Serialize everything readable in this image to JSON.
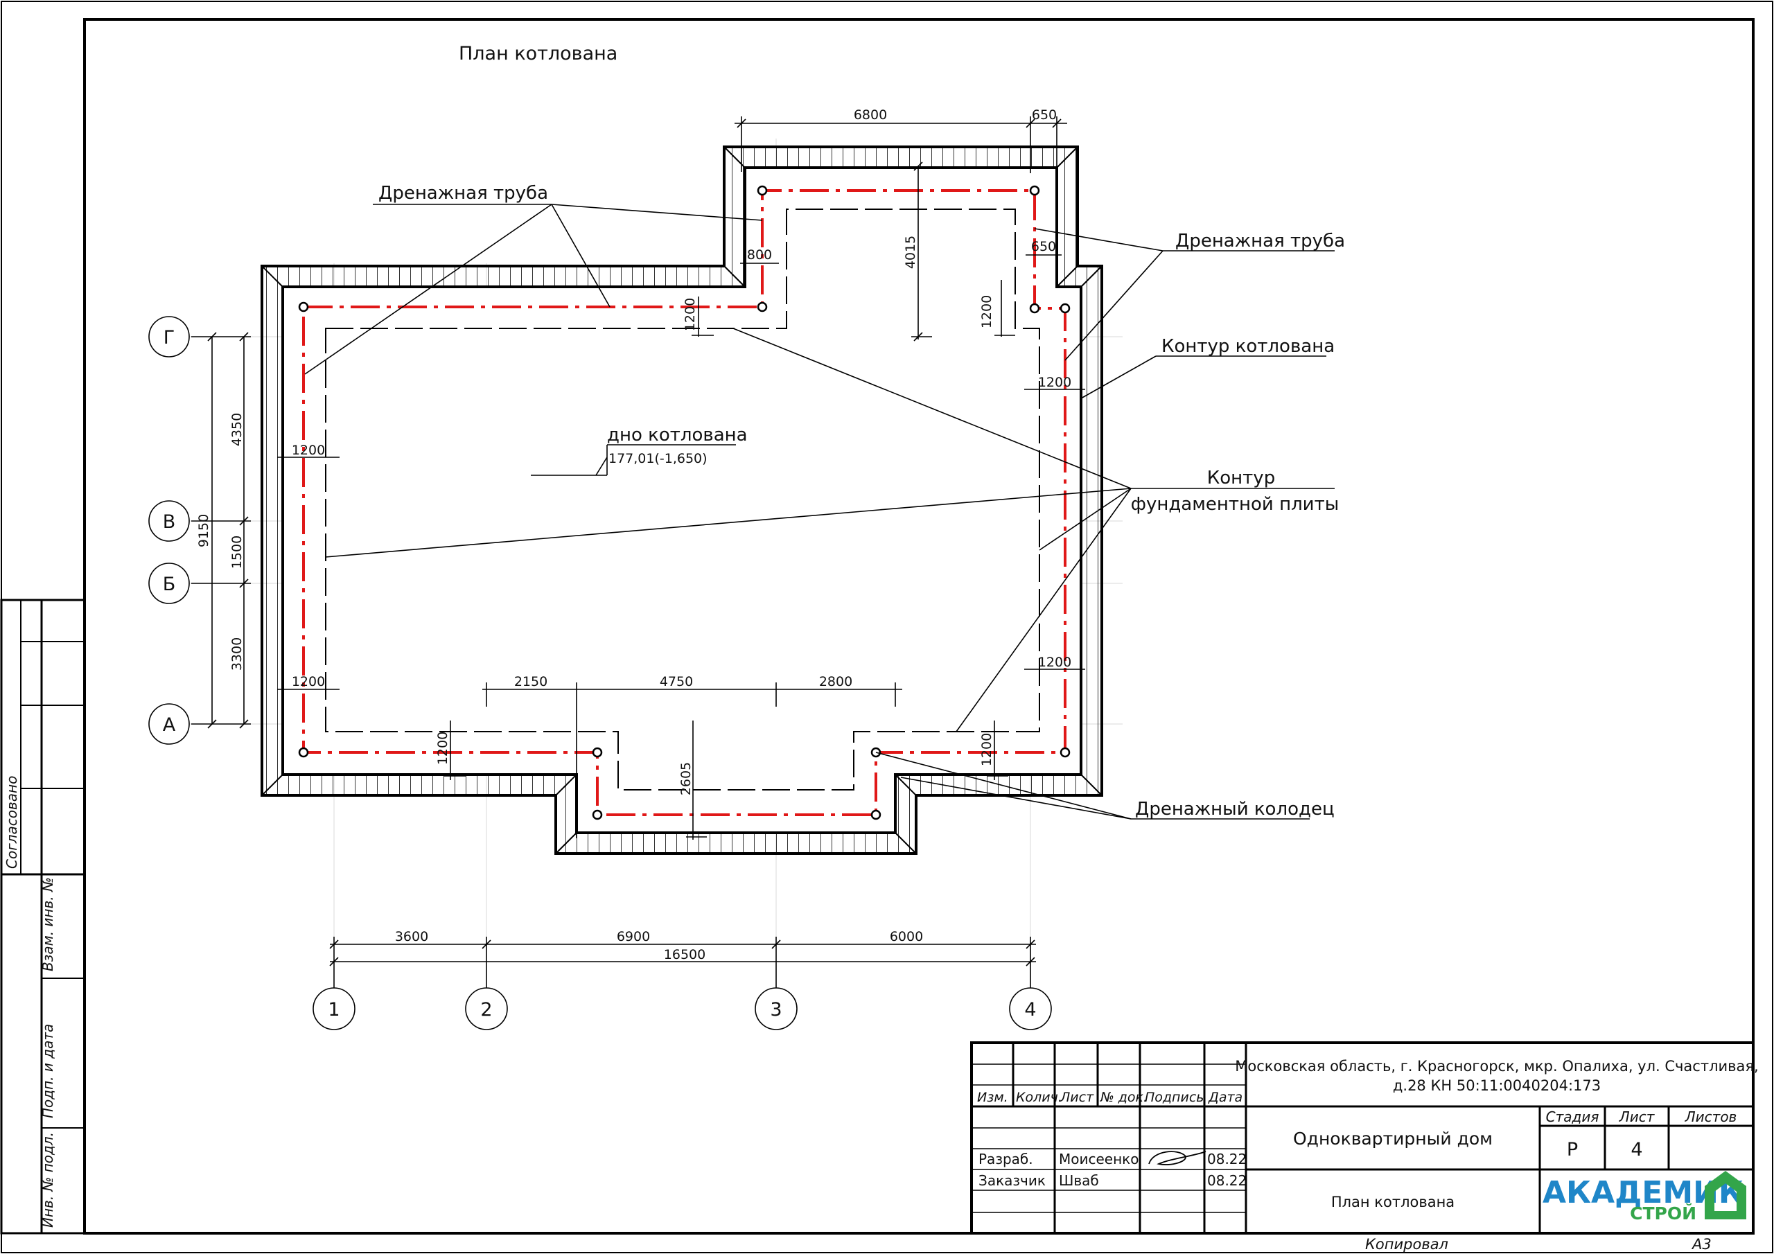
{
  "sheet_title": "План котлована",
  "labels": {
    "drain_pipe_left": "Дренажная труба",
    "drain_pipe_right": "Дренажная труба",
    "pit_contour": "Контур котлована",
    "slab_contour_line1": "Контур",
    "slab_contour_line2": "фундаментной плиты",
    "drain_well": "Дренажный колодец",
    "pit_bottom": "дно котлована",
    "pit_bottom_elevation": "177,01(-1,650)"
  },
  "dims": {
    "top_6800": "6800",
    "top_650a": "650",
    "top_650b": "650",
    "v_4015": "4015",
    "d_800": "800",
    "v_1200_tl": "1200",
    "v_1200_tr": "1200",
    "h_1200_r1": "1200",
    "h_1200_r2": "1200",
    "h_1200_l1": "1200",
    "h_1200_l2": "1200",
    "v_1200_bl": "1200",
    "v_1200_br": "1200",
    "b_2150": "2150",
    "b_4750": "4750",
    "b_2800": "2800",
    "v_2605": "2605",
    "left_4350": "4350",
    "left_1500": "1500",
    "left_3300": "3300",
    "left_9150": "9150",
    "bot_3600": "3600",
    "bot_6900": "6900",
    "bot_6000": "6000",
    "bot_16500": "16500"
  },
  "axes_letters": [
    "Г",
    "В",
    "Б",
    "А"
  ],
  "axes_numbers": [
    "1",
    "2",
    "3",
    "4"
  ],
  "side_stamp": {
    "agreed": "Согласовано",
    "inv_replace": "Взам. инв. №",
    "sign_date": "Подп. и дата",
    "inv_orig": "Инв. № подл."
  },
  "title_block": {
    "col_headers": [
      "Изм.",
      "Колич.",
      "Лист",
      "№ док.",
      "Подпись",
      "Дата"
    ],
    "role_dev": "Разраб.",
    "role_client": "Заказчик",
    "name_dev": "Моисеенко",
    "name_client": "Шваб",
    "date_dev": "08.22",
    "date_client": "08.22",
    "address_line1": "Московская область, г. Красногорск, мкр. Опалиха, ул. Счастливая,",
    "address_line2": "д.28 КН 50:11:0040204:173",
    "building": "Однoквартирный дом",
    "sheet_name": "План котлована",
    "stage_label": "Стадия",
    "sheet_label": "Лист",
    "sheets_label": "Листов",
    "stage_value": "Р",
    "sheet_value": "4",
    "sheets_value": "",
    "logo_main": "АКАДЕМИК",
    "logo_sub": "СТРОЙ"
  },
  "footer": {
    "copied": "Копировал",
    "format": "А3"
  },
  "colors": {
    "drain_line": "#e01818",
    "logo_blue": "#1f86c8",
    "logo_green": "#33a54a"
  }
}
